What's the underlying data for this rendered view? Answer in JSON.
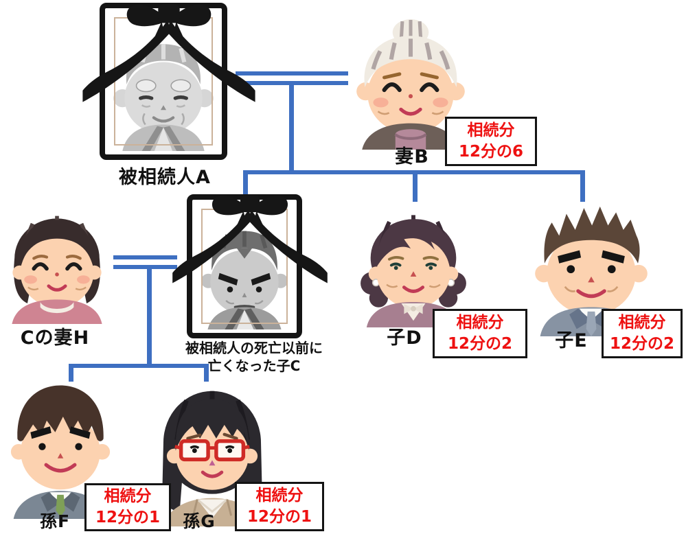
{
  "diagram": {
    "type": "family-inheritance-tree",
    "share_box_title": "相続分",
    "colors": {
      "connector": "#3e6fc1",
      "share_text": "#ee1111",
      "box_border": "#141414",
      "label_text": "#111111"
    },
    "people": {
      "a": {
        "name": "被相続人A",
        "deceased": true
      },
      "b": {
        "name": "妻B",
        "share": "12分の6"
      },
      "h": {
        "name": "Cの妻H"
      },
      "c": {
        "name_line1": "被相続人の死亡以前に",
        "name_line2": "亡くなった子C",
        "deceased": true
      },
      "d": {
        "name": "子D",
        "share": "12分の2"
      },
      "e": {
        "name": "子E",
        "share": "12分の2"
      },
      "f": {
        "name": "孫F",
        "share": "12分の1"
      },
      "g": {
        "name": "孫G",
        "share": "12分の1"
      }
    }
  }
}
